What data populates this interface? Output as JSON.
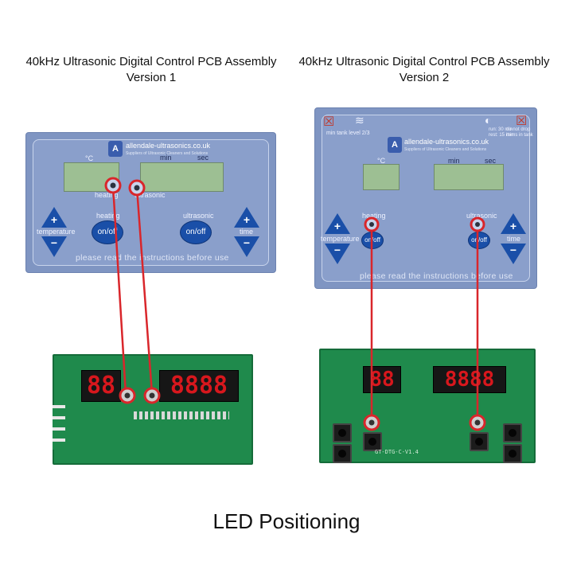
{
  "version1": {
    "title_line1": "40kHz Ultrasonic Digital Control PCB Assembly",
    "title_line2": "Version 1",
    "panel": {
      "brand": "allendale-ultrasonics.co.uk",
      "brand_sub": "Suppliers of Ultrasonic Cleaners and Solutions",
      "temp_unit": "°C",
      "min_label": "min",
      "sec_label": "sec",
      "heating_led_label": "heating",
      "ultrasonic_led_label": "ultrasonic",
      "heating_label": "heating",
      "ultrasonic_label": "ultrasonic",
      "temperature_label": "temperature",
      "time_label": "time",
      "onoff": "on/off",
      "plus": "+",
      "minus": "−",
      "footer": "please read the instructions before use"
    },
    "pcb": {
      "digits_left": "88",
      "digits_right": "8888"
    }
  },
  "version2": {
    "title_line1": "40kHz Ultrasonic Digital Control PCB Assembly",
    "title_line2": "Version 2",
    "panel": {
      "brand": "allendale-ultrasonics.co.uk",
      "brand_sub": "Suppliers of Ultrasonic Cleaners and Solutions",
      "min_tank": "min tank level 2/3",
      "run_text": "run: 30 min",
      "rest_text": "rest: 15 min",
      "do_not_drop": "do not drop items in tank",
      "temp_unit": "°C",
      "min_label": "min",
      "sec_label": "sec",
      "heating_label": "heating",
      "ultrasonic_label": "ultrasonic",
      "temperature_label": "temperature",
      "time_label": "time",
      "onoff": "on/off",
      "plus": "+",
      "minus": "−",
      "footer": "please read the instructions before use"
    },
    "pcb": {
      "digits_left": "88",
      "digits_right": "8888",
      "board_code": "GT-DTG-C-V1.4"
    }
  },
  "caption": "LED Positioning",
  "colors": {
    "connector": "#d9262b",
    "panel": "#7f95c2",
    "pcb": "#1f8a4c",
    "lcd": "#9dbf93",
    "button": "#1a4fa8"
  }
}
